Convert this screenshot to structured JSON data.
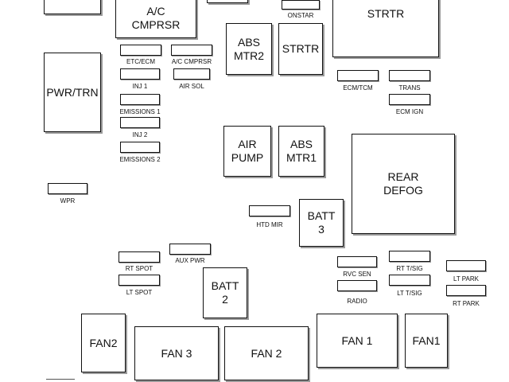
{
  "relays": {
    "ac_cmprsr": "A/C\nCMPRSR",
    "strtr_large": "STRTR",
    "abs_mtr2": "ABS\nMTR2",
    "strtr": "STRTR",
    "pwr_trn": "PWR/TRN",
    "air_pump": "AIR\nPUMP",
    "abs_mtr1": "ABS\nMTR1",
    "rear_defog": "REAR\nDEFOG",
    "batt3": "BATT\n3",
    "batt2": "BATT\n2",
    "fan2_small": "FAN2",
    "fan3": "FAN 3",
    "fan2": "FAN 2",
    "fan1": "FAN 1",
    "fan1_small": "FAN1"
  },
  "fuses": {
    "onstar": "ONSTAR",
    "etc_ecm": "ETC/ECM",
    "ac_cmprsr": "A/C CMPRSR",
    "inj1": "INJ 1",
    "air_sol": "AIR SOL",
    "emissions1": "EMISSIONS 1",
    "inj2": "INJ 2",
    "emissions2": "EMISSIONS 2",
    "ecm_tcm": "ECM/TCM",
    "trans": "TRANS",
    "ecm_ign": "ECM IGN",
    "wpr": "WPR",
    "htd_mir": "HTD MIR",
    "aux_pwr": "AUX PWR",
    "rt_spot": "RT SPOT",
    "lt_spot": "LT SPOT",
    "rvc_sen": "RVC SEN",
    "radio": "RADIO",
    "rt_tsig": "RT T/SIG",
    "lt_tsig": "LT T/SIG",
    "lt_park": "LT PARK",
    "rt_park": "RT PARK"
  }
}
